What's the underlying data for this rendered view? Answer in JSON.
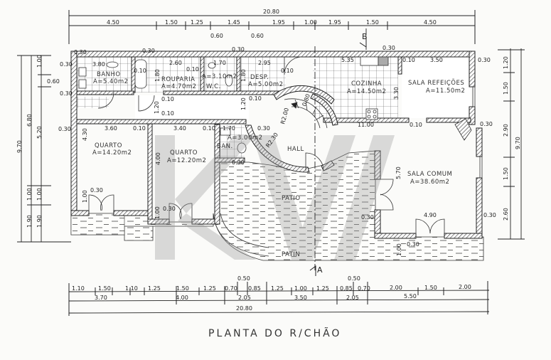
{
  "title": "PLANTA DO R/CHÃO",
  "section_markers": {
    "top": "B",
    "bottom": "A"
  },
  "top_dims": {
    "total": "20.80",
    "segments": [
      "4.50",
      "1.50",
      "1.25",
      "1.45",
      "1.95",
      "1.00",
      "1.95",
      "1.50",
      "4.50"
    ],
    "extra": [
      "0.60",
      "0.60"
    ]
  },
  "bottom_dims": {
    "row1": [
      "1.10",
      "1.50",
      "1.10",
      "1.25",
      "1.50",
      "1.25",
      "0.70",
      "0.85",
      "1.25",
      "1.00",
      "1.25",
      "0.85",
      "0.70",
      "2.00",
      "1.50",
      "2.00"
    ],
    "extra": [
      "0.50",
      "0.50"
    ],
    "row2": [
      "3.70",
      "4.00",
      "2.05",
      "3.50",
      "2.05",
      "5.50"
    ],
    "total": "20.80"
  },
  "left_dims": [
    "1.00",
    "0.60",
    "6.80",
    "5.20",
    "9.70",
    "1.00",
    "1.00",
    "1.90",
    "1.90"
  ],
  "right_dims": [
    "1.20",
    "1.50",
    "2.90",
    "9.70",
    "1.50",
    "2.60"
  ],
  "rooms": [
    {
      "name": "BANHO",
      "area": "A=5.40m2"
    },
    {
      "name": "ROUPARIA",
      "area": "A=4.70m2"
    },
    {
      "name": "W.C.",
      "area": "A=3.10m2"
    },
    {
      "name": "DESP.",
      "area": "A=5.00m2"
    },
    {
      "name": "COZINHA",
      "area": "A=14.50m2"
    },
    {
      "name": "SALA REFEIÇÕES",
      "area": "A=11.50m2"
    },
    {
      "name": "QUARTO",
      "area": "A=14.20m2"
    },
    {
      "name": "QUARTO",
      "area": "A=12.20m2"
    },
    {
      "name": "BAN.",
      "area": "A=3.00m2"
    },
    {
      "name": "HALL"
    },
    {
      "name": "SALA COMUM",
      "area": "A=38.60m2"
    },
    {
      "name": "PATIO"
    },
    {
      "name": "PATIN"
    }
  ],
  "interior_dims": [
    "0.30",
    "0.30",
    "0.30",
    "0.30",
    "3.80",
    "2.60",
    "1.70",
    "2.95",
    "5.35",
    "0.10",
    "3.50",
    "0.30",
    "0.30",
    "3.60",
    "0.10",
    "3.40",
    "0.10",
    "1.70",
    "0.30",
    "11.00",
    "0.10",
    "0.30",
    "0.30",
    "0.30",
    "0.30",
    "4.90",
    "0.30",
    "0.30",
    "0.30",
    "R2.30",
    "R2.00",
    "0.80",
    "0.10",
    "0.10",
    "0.10",
    "0.10",
    "0.10",
    "0.10",
    "4.30",
    "4.00",
    "1.20",
    "1.20",
    "1.00",
    "1.00",
    "5.70",
    "1.00",
    "1.80",
    "1.80",
    "3.30",
    "0.30",
    "0.30"
  ]
}
